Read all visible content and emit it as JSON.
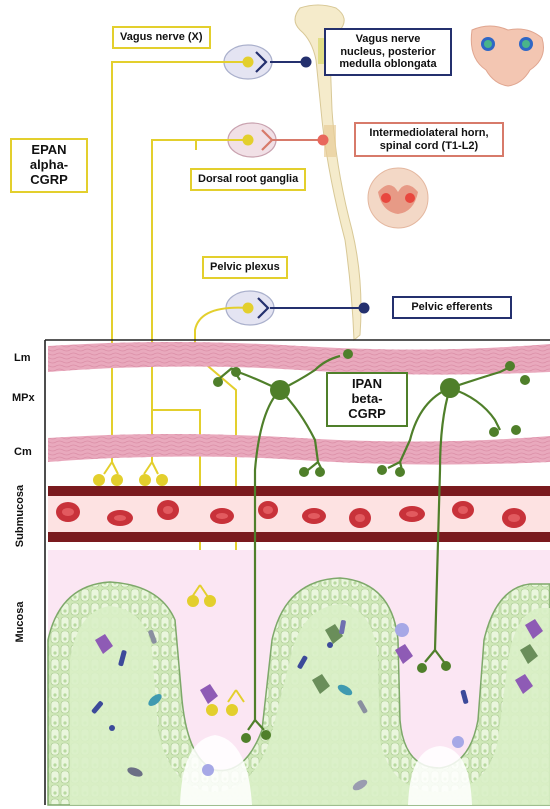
{
  "labels": {
    "vagus_nerve": "Vagus nerve (X)",
    "vagus_nucleus": "Vagus nerve nucleus, posterior medulla oblongata",
    "intermediolateral": "Intermediolateral horn, spinal cord (T1-L2)",
    "epan_line1": "EPAN",
    "epan_line2": "alpha-CGRP",
    "drg": "Dorsal root ganglia",
    "pelvic_plexus": "Pelvic plexus",
    "pelvic_efferents": "Pelvic efferents",
    "ipan_line1": "IPAN",
    "ipan_line2": "beta-CGRP"
  },
  "layers": {
    "lm": "Lm",
    "mpx": "MPx",
    "cm": "Cm",
    "submucosa": "Submucosa",
    "mucosa": "Mucosa"
  },
  "colors": {
    "epan_yellow": "#e3cf2d",
    "ipan_green": "#4f7f2a",
    "vagal_navy": "#24306e",
    "sympathetic_salmon": "#d77a6a",
    "muscle_pink": "#e9a9bd",
    "blood_red": "#c8323a",
    "vessel_dark": "#6b1418",
    "mucosa_green": "#d3ecbd",
    "mucosa_bg": "#fbe6f3",
    "spinal_cord": "#f5ebcb"
  },
  "icons": [
    "brainstem-section-icon",
    "spinal-cord-section-icon",
    "red-blood-cell-icon",
    "bacteria-icon",
    "enteroendocrine-cell-icon"
  ]
}
